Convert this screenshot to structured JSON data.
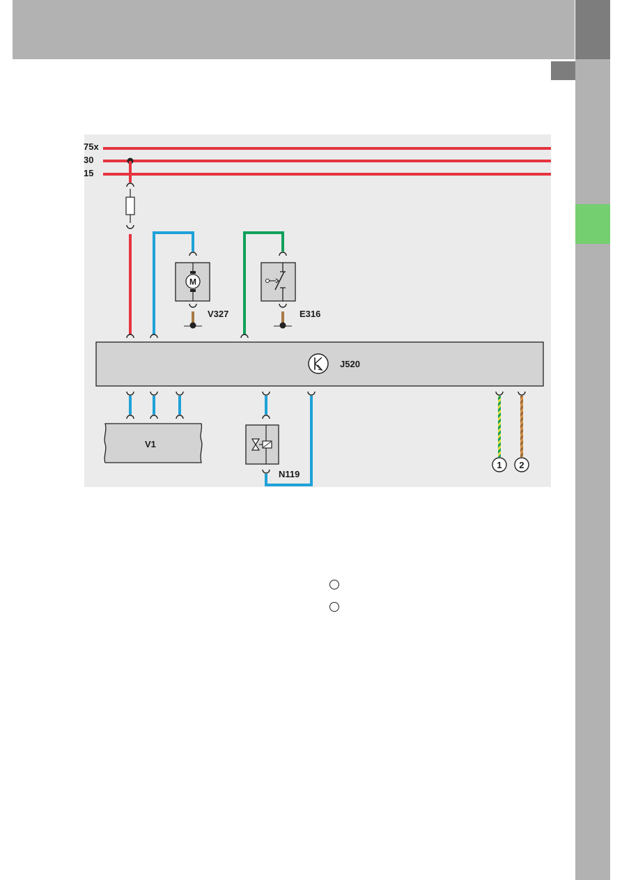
{
  "diagram": {
    "rails": {
      "r75x": "75x",
      "r30": "30",
      "r15": "15"
    },
    "components": {
      "v327": "V327",
      "e316": "E316",
      "j520": "J520",
      "v1": "V1",
      "n119": "N119"
    },
    "motor_symbol": "M",
    "connectors": {
      "c1": "1",
      "c2": "2"
    },
    "colors": {
      "red": "#e5343f",
      "blue": "#1fa1d8",
      "green": "#10a05a",
      "brown": "#a97a45",
      "orange": "#d99447",
      "component_fill": "#d3d3d3",
      "panel": "#ebebeb",
      "header": "#b2b2b2",
      "tab_dark": "#7d7d7d",
      "tab_green": "#74cf70"
    }
  }
}
